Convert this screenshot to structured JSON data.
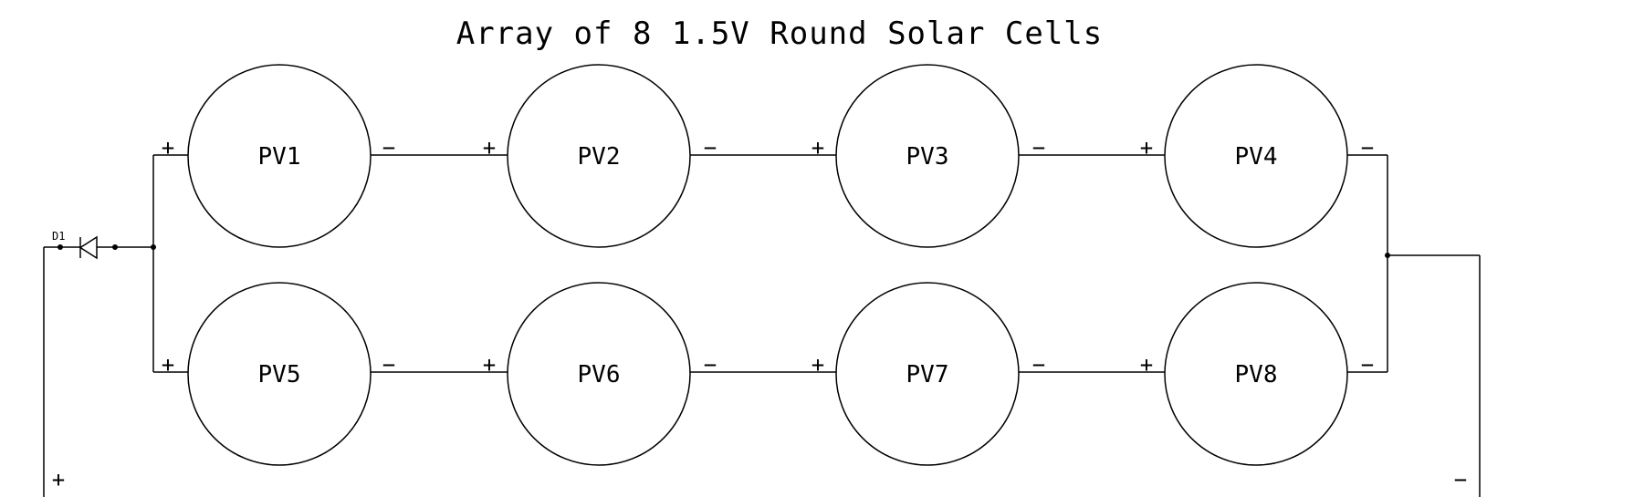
{
  "title": "Array of 8 1.5V Round Solar Cells",
  "diode_label": "D1",
  "cells": [
    {
      "label": "PV1"
    },
    {
      "label": "PV2"
    },
    {
      "label": "PV3"
    },
    {
      "label": "PV4"
    },
    {
      "label": "PV5"
    },
    {
      "label": "PV6"
    },
    {
      "label": "PV7"
    },
    {
      "label": "PV8"
    }
  ],
  "polarity": {
    "plus": "+",
    "minus": "−"
  },
  "output": {
    "plus": "+",
    "minus": "−"
  },
  "colors": {
    "line": "#000000",
    "background": "#ffffff"
  }
}
